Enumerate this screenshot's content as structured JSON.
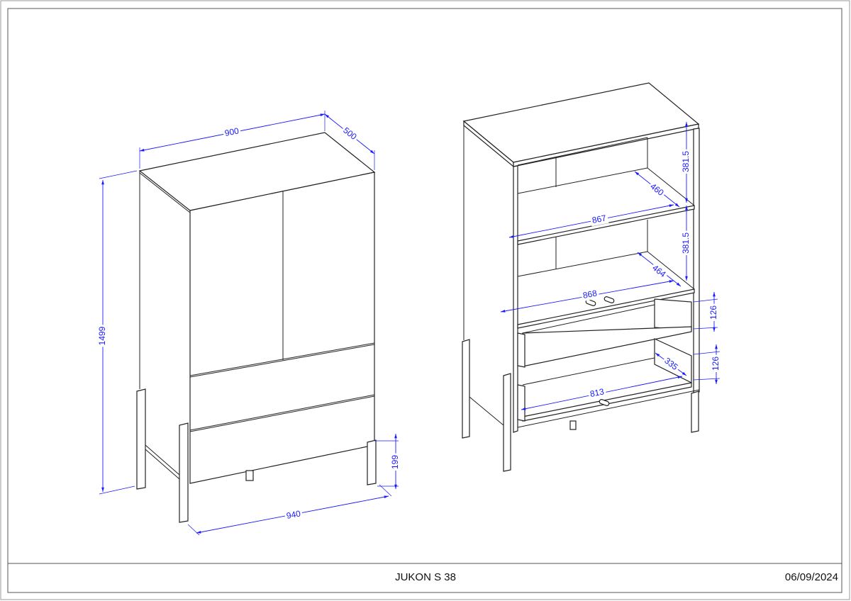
{
  "title_block": {
    "product_name": "JUKON S 38",
    "date": "06/09/2024"
  },
  "colors": {
    "dimension": "#1a1aff",
    "line": "#222222"
  },
  "closed_view": {
    "dimensions": {
      "width_top": "900",
      "depth": "500",
      "height": "1499",
      "width_legs": "940",
      "leg_height": "199"
    }
  },
  "open_view": {
    "dimensions": {
      "upper_gap": "381.5",
      "middle_gap": "381.5",
      "shelf1_depth": "460",
      "shelf1_width": "867",
      "shelf2_depth": "464",
      "shelf2_width": "868",
      "drawer1_height": "126",
      "drawer2_height": "126",
      "drawer_depth": "335",
      "drawer_width": "813"
    }
  }
}
